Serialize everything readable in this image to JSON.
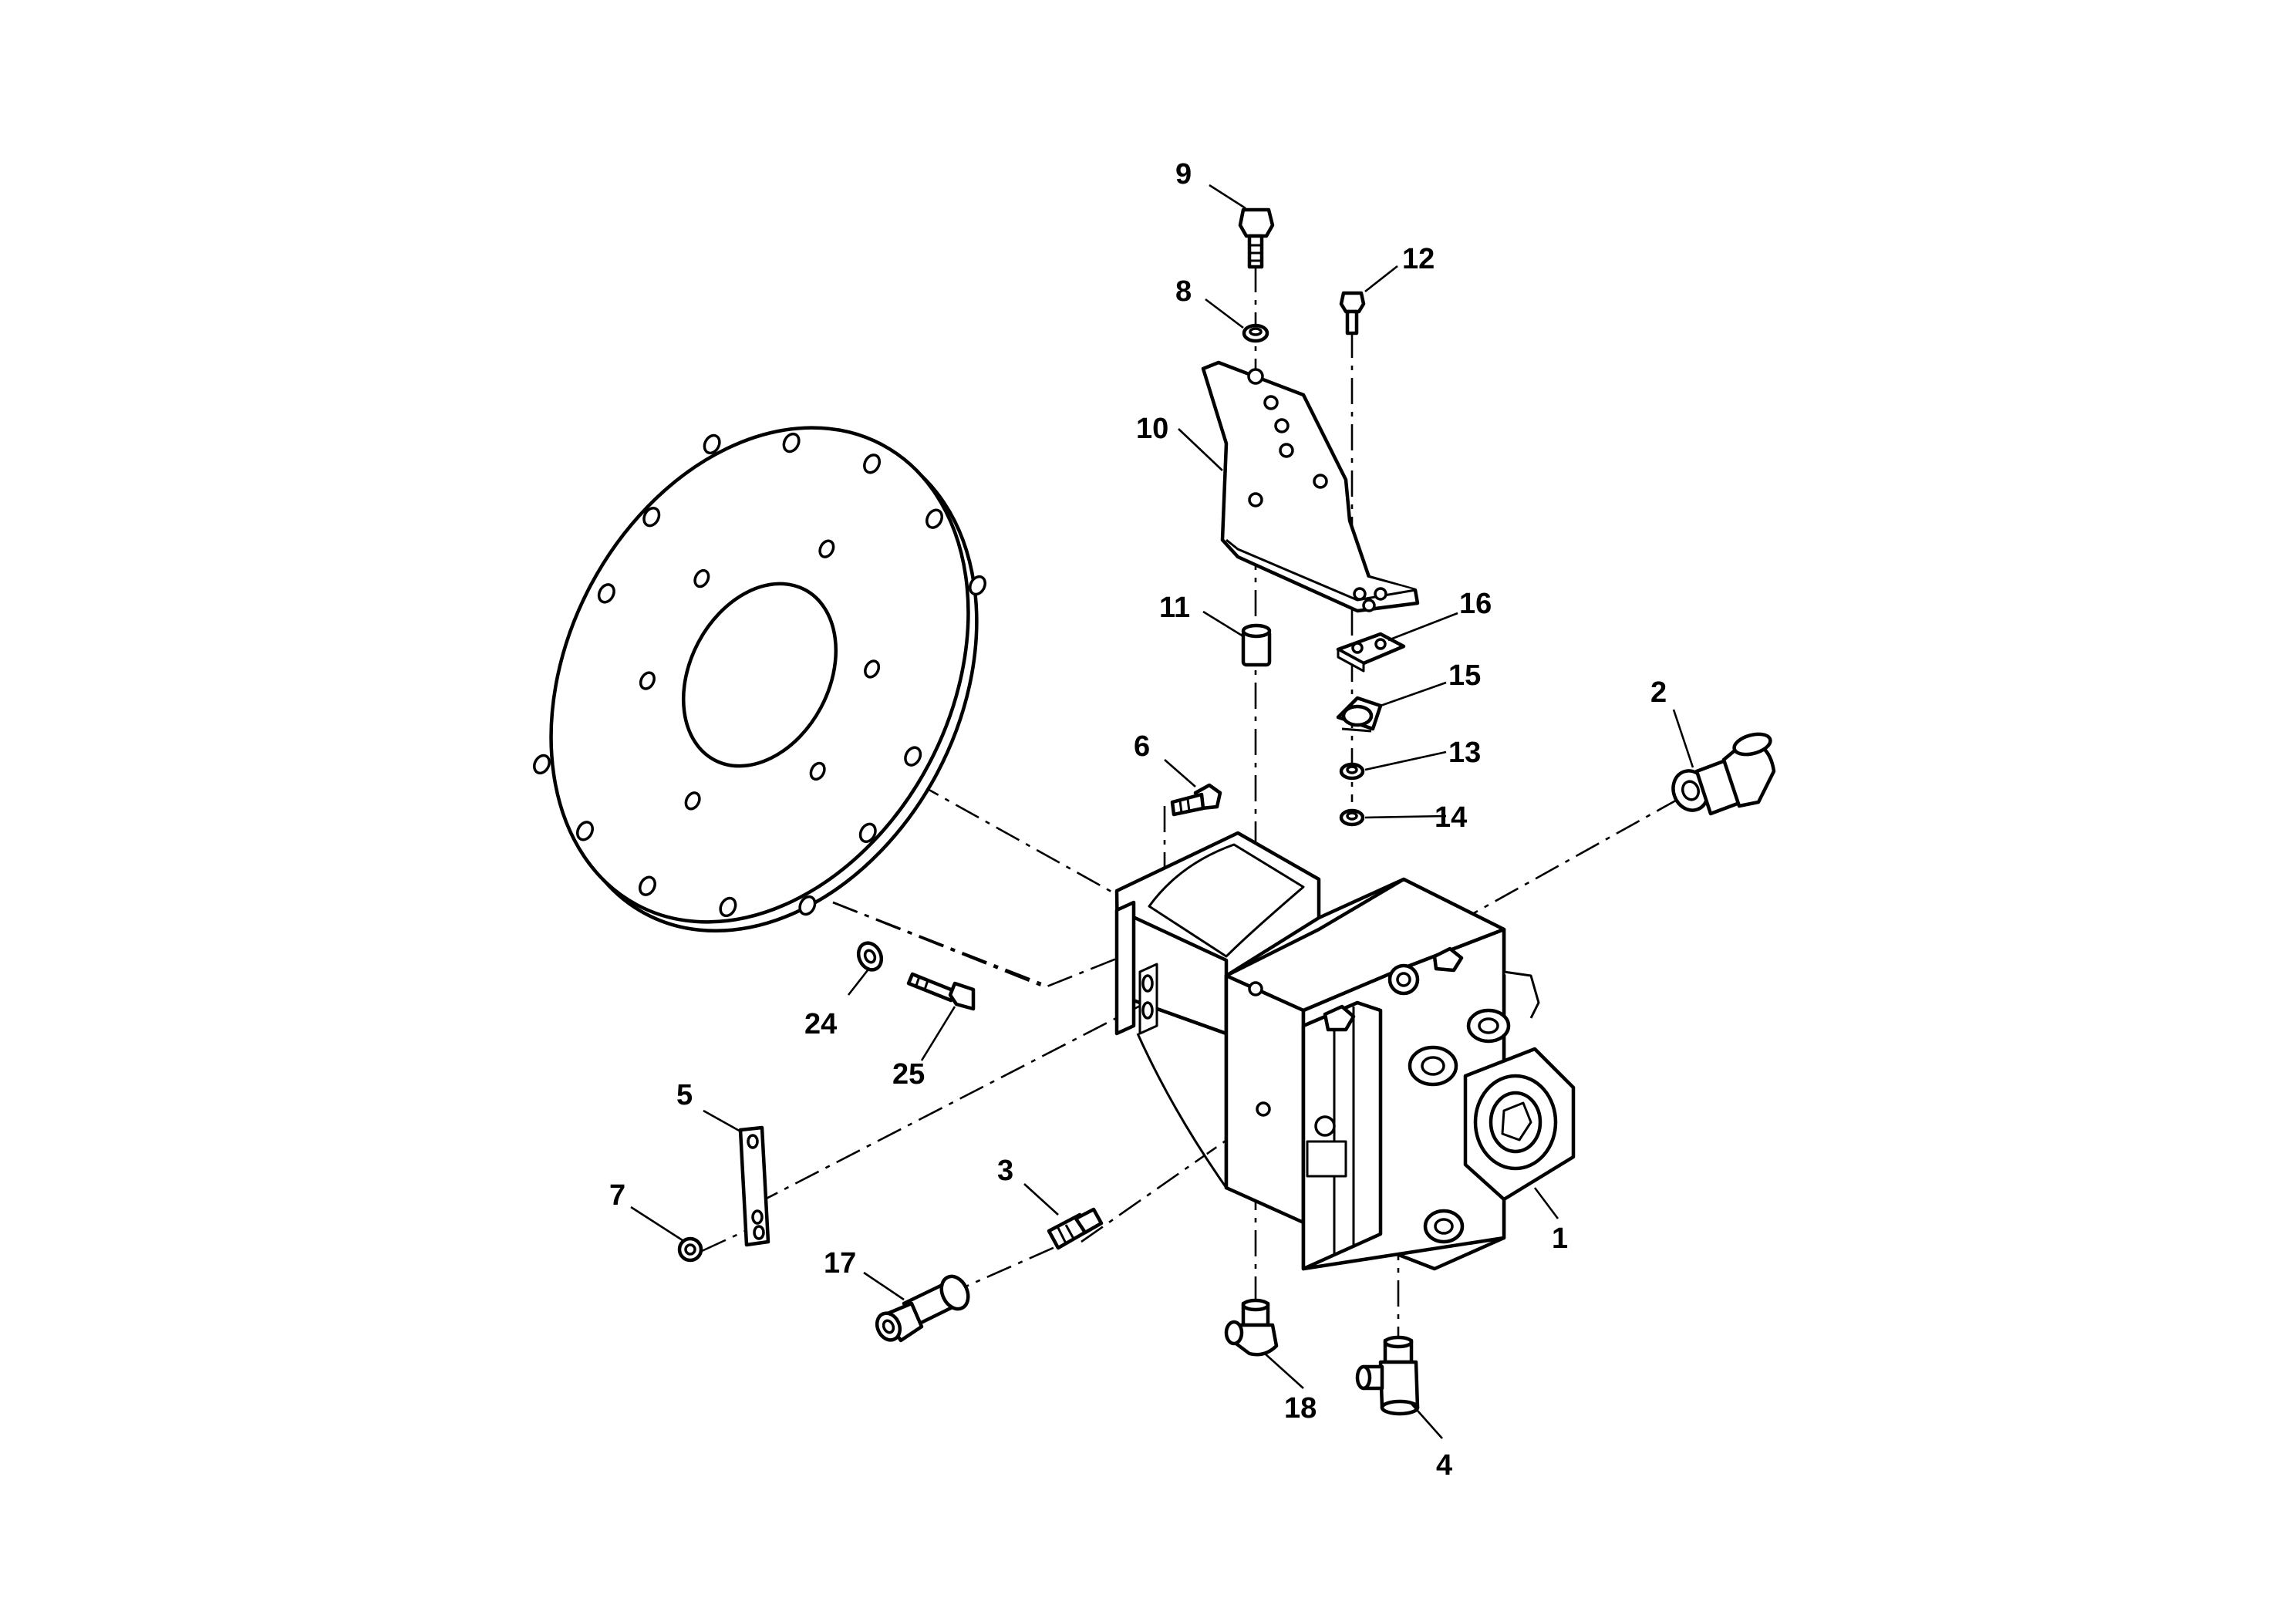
{
  "callouts": [
    {
      "id": "c1",
      "text": "1"
    },
    {
      "id": "c2",
      "text": "2"
    },
    {
      "id": "c3",
      "text": "3"
    },
    {
      "id": "c4",
      "text": "4"
    },
    {
      "id": "c5",
      "text": "5"
    },
    {
      "id": "c6",
      "text": "6"
    },
    {
      "id": "c7",
      "text": "7"
    },
    {
      "id": "c8",
      "text": "8"
    },
    {
      "id": "c9",
      "text": "9"
    },
    {
      "id": "c10",
      "text": "10"
    },
    {
      "id": "c11",
      "text": "11"
    },
    {
      "id": "c12",
      "text": "12"
    },
    {
      "id": "c13",
      "text": "13"
    },
    {
      "id": "c14",
      "text": "14"
    },
    {
      "id": "c15",
      "text": "15"
    },
    {
      "id": "c16",
      "text": "16"
    },
    {
      "id": "c17",
      "text": "17"
    },
    {
      "id": "c18",
      "text": "18"
    },
    {
      "id": "c24",
      "text": "24"
    },
    {
      "id": "c25",
      "text": "25"
    }
  ]
}
